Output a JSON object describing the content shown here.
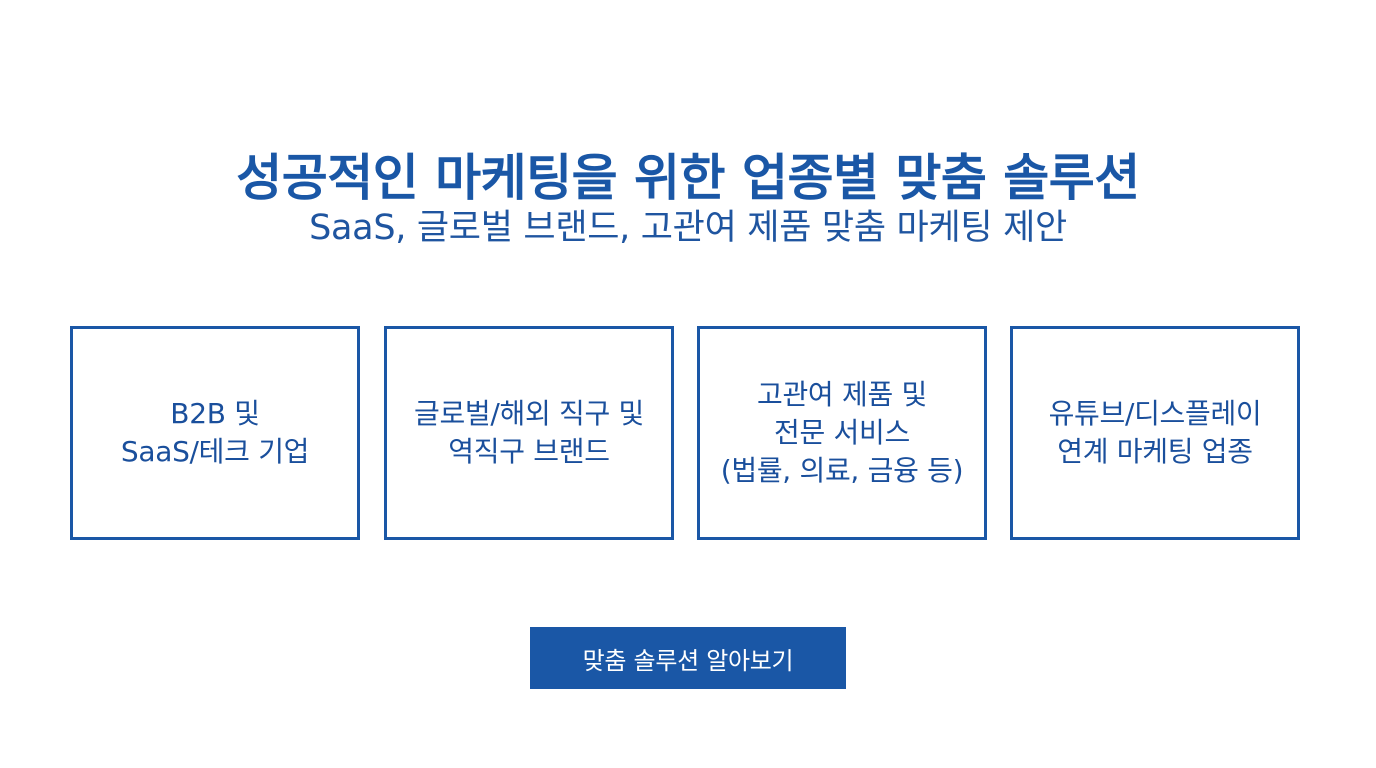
{
  "header": {
    "title": "성공적인 마케팅을 위한 업종별 맞춤 솔루션",
    "subtitle": "SaaS, 글로벌 브랜드, 고관여 제품 맞춤 마케팅 제안"
  },
  "cards": [
    {
      "text": "B2B 및\nSaaS/테크 기업"
    },
    {
      "text": "글로벌/해외 직구 및\n역직구 브랜드"
    },
    {
      "text": "고관여 제품 및\n전문 서비스\n(법률, 의료, 금융 등)"
    },
    {
      "text": "유튜브/디스플레이\n연계 마케팅 업종"
    }
  ],
  "cta": {
    "label": "맞춤 솔루션 알아보기"
  },
  "colors": {
    "accent": "#1a57a6",
    "background": "#ffffff"
  }
}
